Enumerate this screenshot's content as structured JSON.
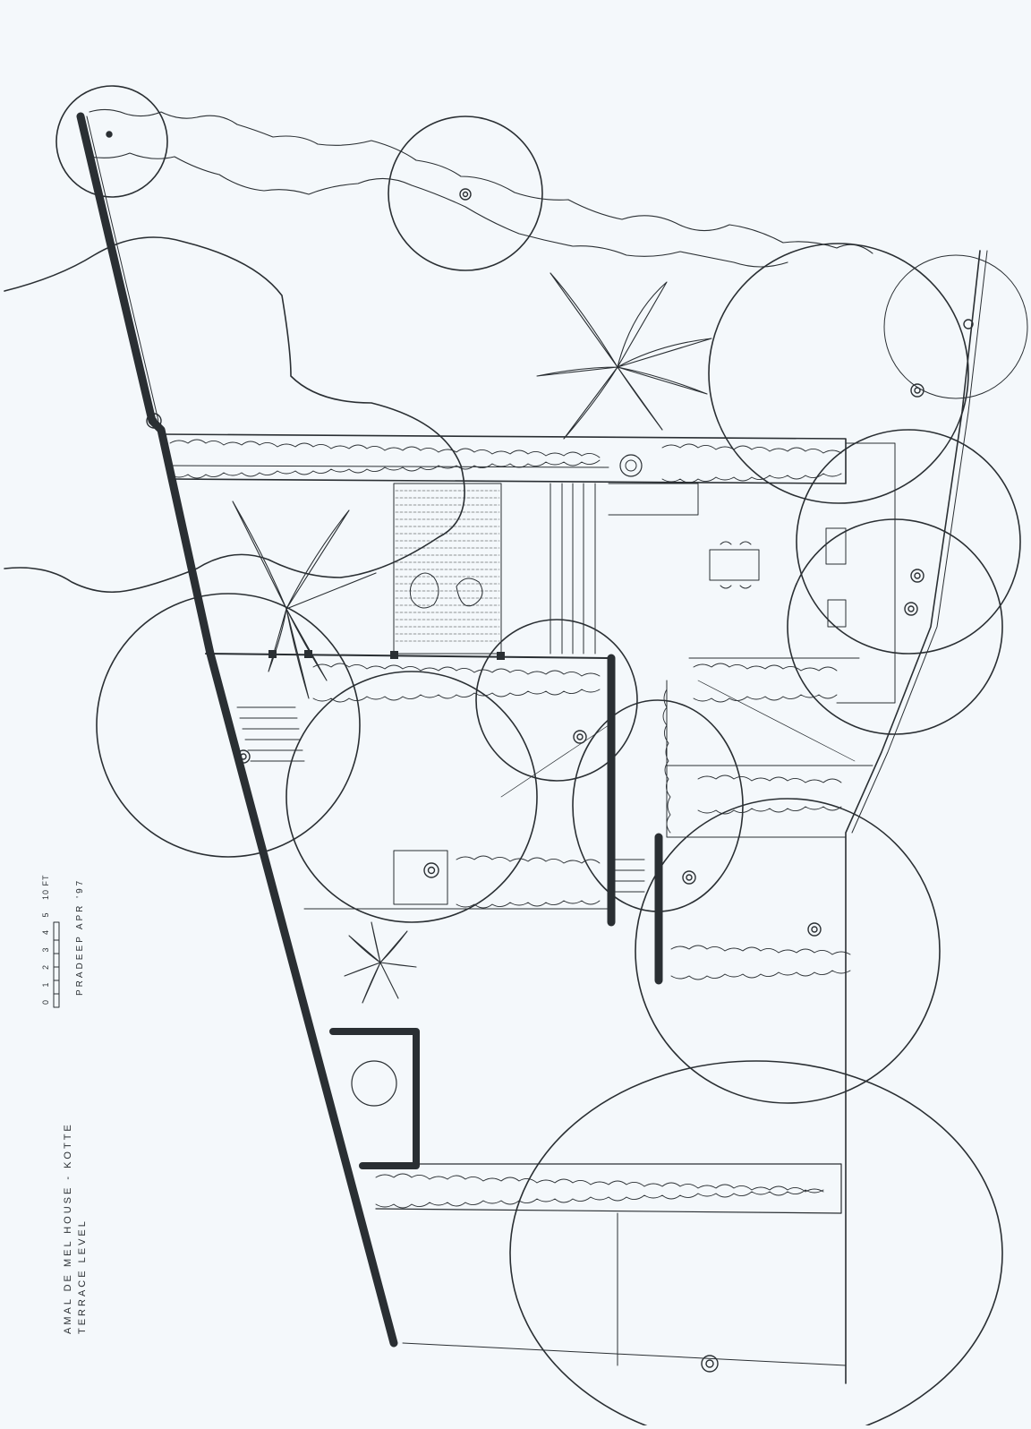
{
  "drawing": {
    "title": "AMAL DE MEL HOUSE - KOTTE",
    "subtitle": "TERRACE LEVEL",
    "author": "PRADEEP APR '97",
    "scale_ticks": "0 1 2 3 4 5",
    "scale_end": "10 FT"
  },
  "colors": {
    "ink": "#2a2f33",
    "paper": "#f4f8fb"
  }
}
